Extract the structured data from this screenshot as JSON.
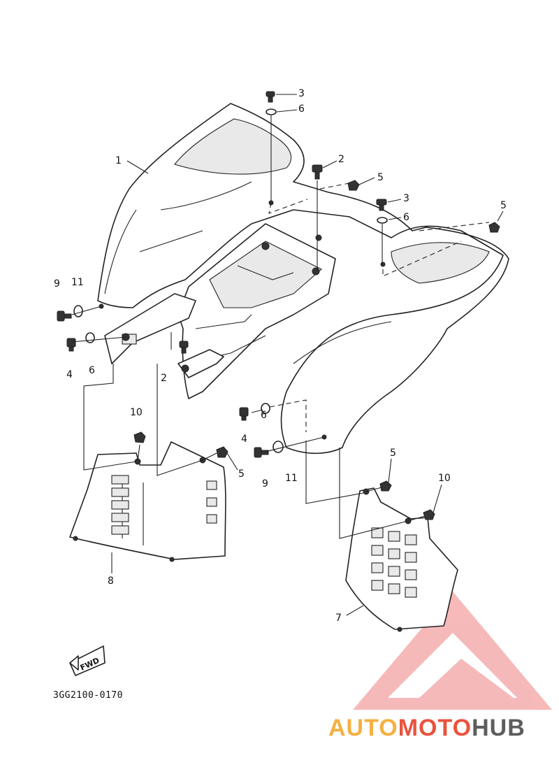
{
  "callouts": {
    "c1": "1",
    "c2a": "2",
    "c2b": "2",
    "c3a": "3",
    "c3b": "3",
    "c4a": "4",
    "c4b": "4",
    "c5a": "5",
    "c5b": "5",
    "c5c": "5",
    "c5d": "5",
    "c6a": "6",
    "c6b": "6",
    "c6c": "6",
    "c6d": "6",
    "c7": "7",
    "c8": "8",
    "c9a": "9",
    "c9b": "9",
    "c10a": "10",
    "c10b": "10",
    "c11a": "11",
    "c11b": "11"
  },
  "direction_badge": "FWD",
  "diagram_code": "3GG2100-0170",
  "watermark": {
    "part1": "AUTO",
    "part2": "MOTO",
    "part3": "HUB"
  },
  "colors": {
    "watermark_orange": "#f5b041",
    "watermark_red": "#e8543f",
    "watermark_gray": "#5d5d5d",
    "triangle": "#f08080"
  }
}
